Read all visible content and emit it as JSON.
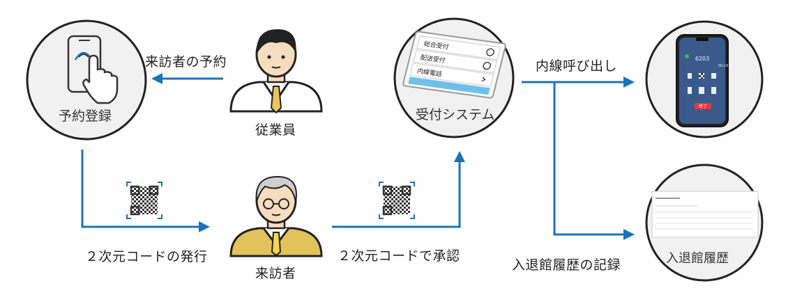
{
  "nodes": {
    "yoyaku_touroku": "予約登録",
    "jugyoin": "従業員",
    "uketsuke": "受付システム",
    "raihousha": "来訪者",
    "nyutaikan_rireki": "入退館履歴"
  },
  "edges": {
    "raihousha_no_yoyaku": "来訪者の予約",
    "naisen_yobidashi": "内線呼び出し",
    "qr_hakkou": "２次元コードの発行",
    "qr_shounin": "２次元コードで承認",
    "rireki_kiroku": "入退館履歴の記録"
  },
  "tablet_menu": {
    "item1": "総合受付",
    "item2": "配送受付",
    "item3": "内線電話"
  },
  "phone_screen": {
    "number": "6203",
    "time": "00:16",
    "end_button": "終了"
  },
  "colors": {
    "arrow": "#1a73b9",
    "circle_stroke": "#222222",
    "circle_fill": "#f1f1f1",
    "skin": "#f7ddc0",
    "hair": "#222222",
    "tie": "#e8c65a",
    "visitor_jacket": "#e2c25a"
  },
  "icons": [
    "phone-tap-icon",
    "qr-code-icon",
    "tablet-icon",
    "smartphone-icon",
    "history-screen-icon",
    "employee-icon",
    "visitor-icon"
  ]
}
